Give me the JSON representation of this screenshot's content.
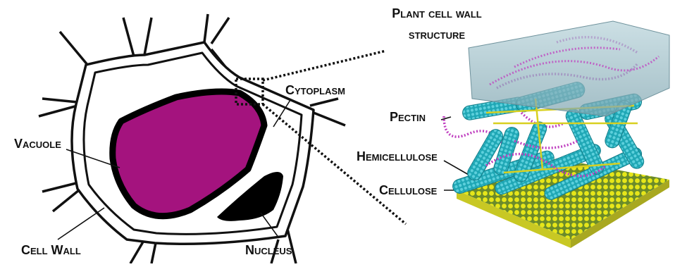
{
  "labels": {
    "title_line1": "Plant cell wall",
    "title_line2": "structure",
    "cytoplasm": "Cytoplasm",
    "vacuole": "Vacuole",
    "cell_wall": "Cell Wall",
    "nucleus": "Nucleus",
    "pectin": "Pectin",
    "hemicellulose": "Hemicellulose",
    "cellulose": "Cellulose"
  },
  "colors": {
    "vacuole": "#a4137e",
    "nucleus": "#000000",
    "cellulose": "#1fa7b5",
    "pectin": "#c040c0",
    "hemicellulose": "#d8d020",
    "lipid_bilayer": "#e6e619",
    "membrane_overlay": "#8fb5bf"
  }
}
